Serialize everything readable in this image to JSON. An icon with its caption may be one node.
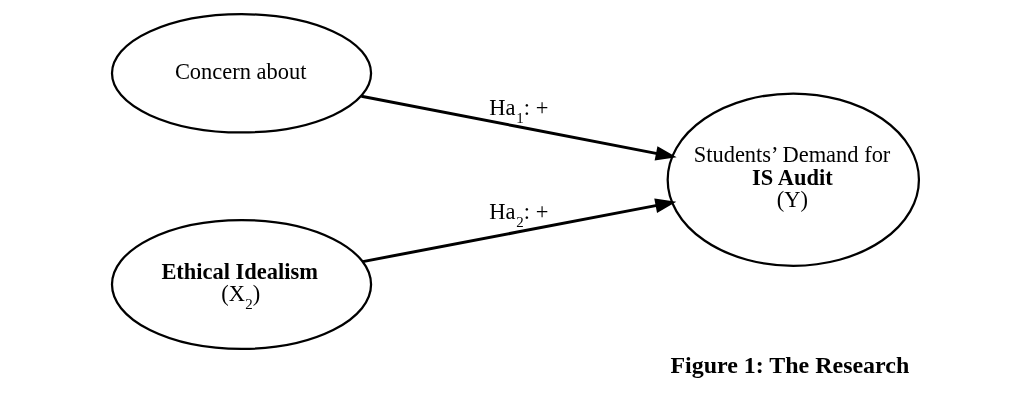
{
  "diagram": {
    "caption": "Figure 1: The Research",
    "nodes": [
      {
        "text": [
          "Concern about"
        ]
      },
      {
        "text": [
          "**Ethical Idealism** (X$_{2}$)"
        ]
      },
      {
        "text": [
          "Students’ Demand for **IS Audit** (Y)"
        ]
      }
    ],
    "edges": [
      {
        "from": 0,
        "to": 2,
        "arrow": "to",
        "label": "Ha$_{1}$: +"
      },
      {
        "from": 1,
        "to": 2,
        "arrow": "to",
        "label": "Ha$_{2}$: +"
      }
    ]
  }
}
